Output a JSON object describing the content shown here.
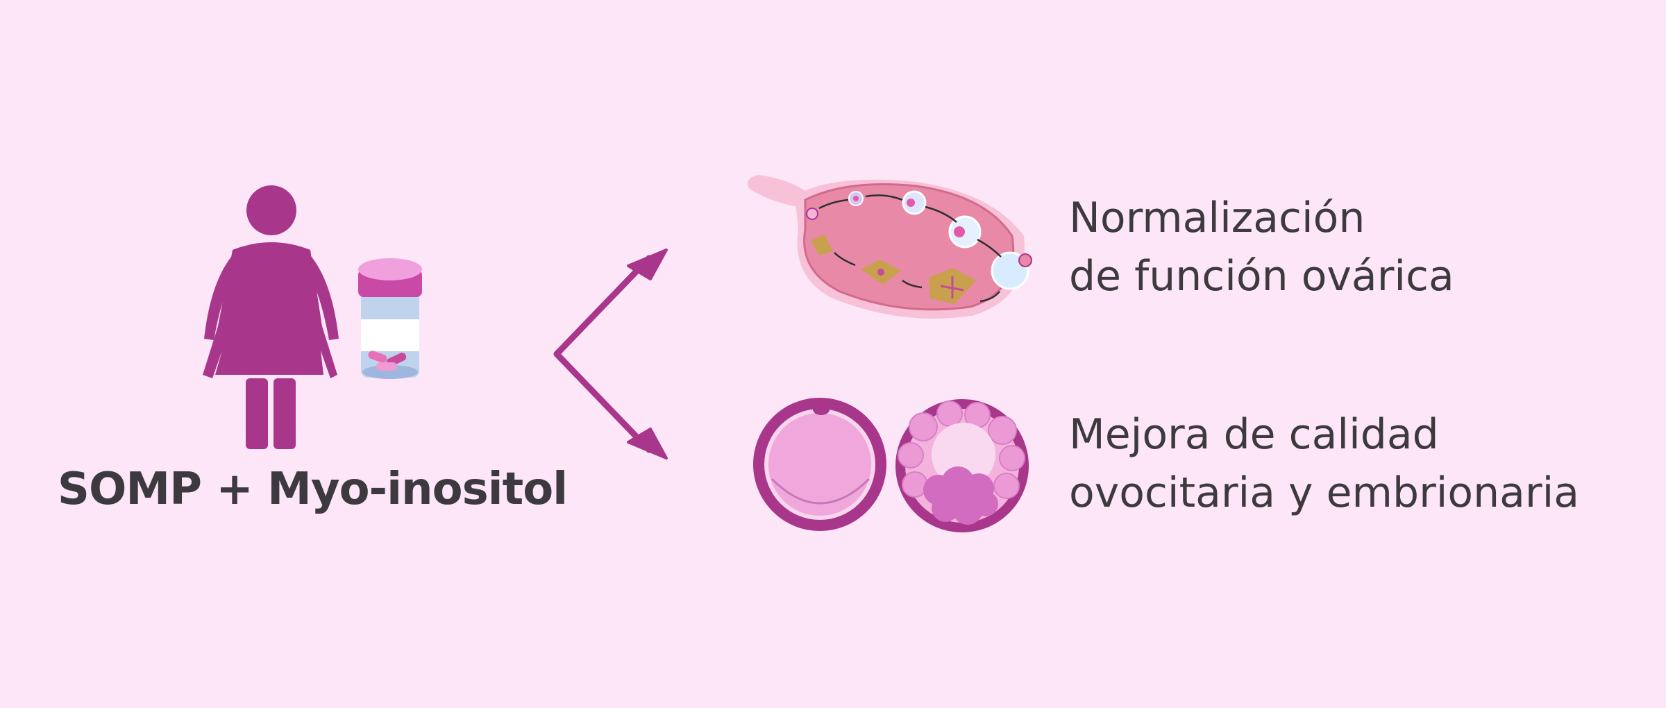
{
  "diagram": {
    "main_label": "SOMP + Myo-inositol",
    "outcomes": [
      {
        "lines": [
          "Normalización",
          "de función ovárica"
        ]
      },
      {
        "lines": [
          "Mejora de calidad",
          "ovocitaria y embrionaria"
        ]
      }
    ]
  },
  "colors": {
    "background": "#fde6f8",
    "primary": "#a8378c",
    "text": "#3d3a3f",
    "ovary": "#e889a8",
    "pill_lid": "#f0a0dc",
    "cell_inner": "#f0a8dc"
  },
  "icons": [
    "woman-icon",
    "pill-bottle-icon",
    "branch-arrow-icon",
    "ovary-cycle-icon",
    "oocyte-icon",
    "embryo-icon"
  ]
}
